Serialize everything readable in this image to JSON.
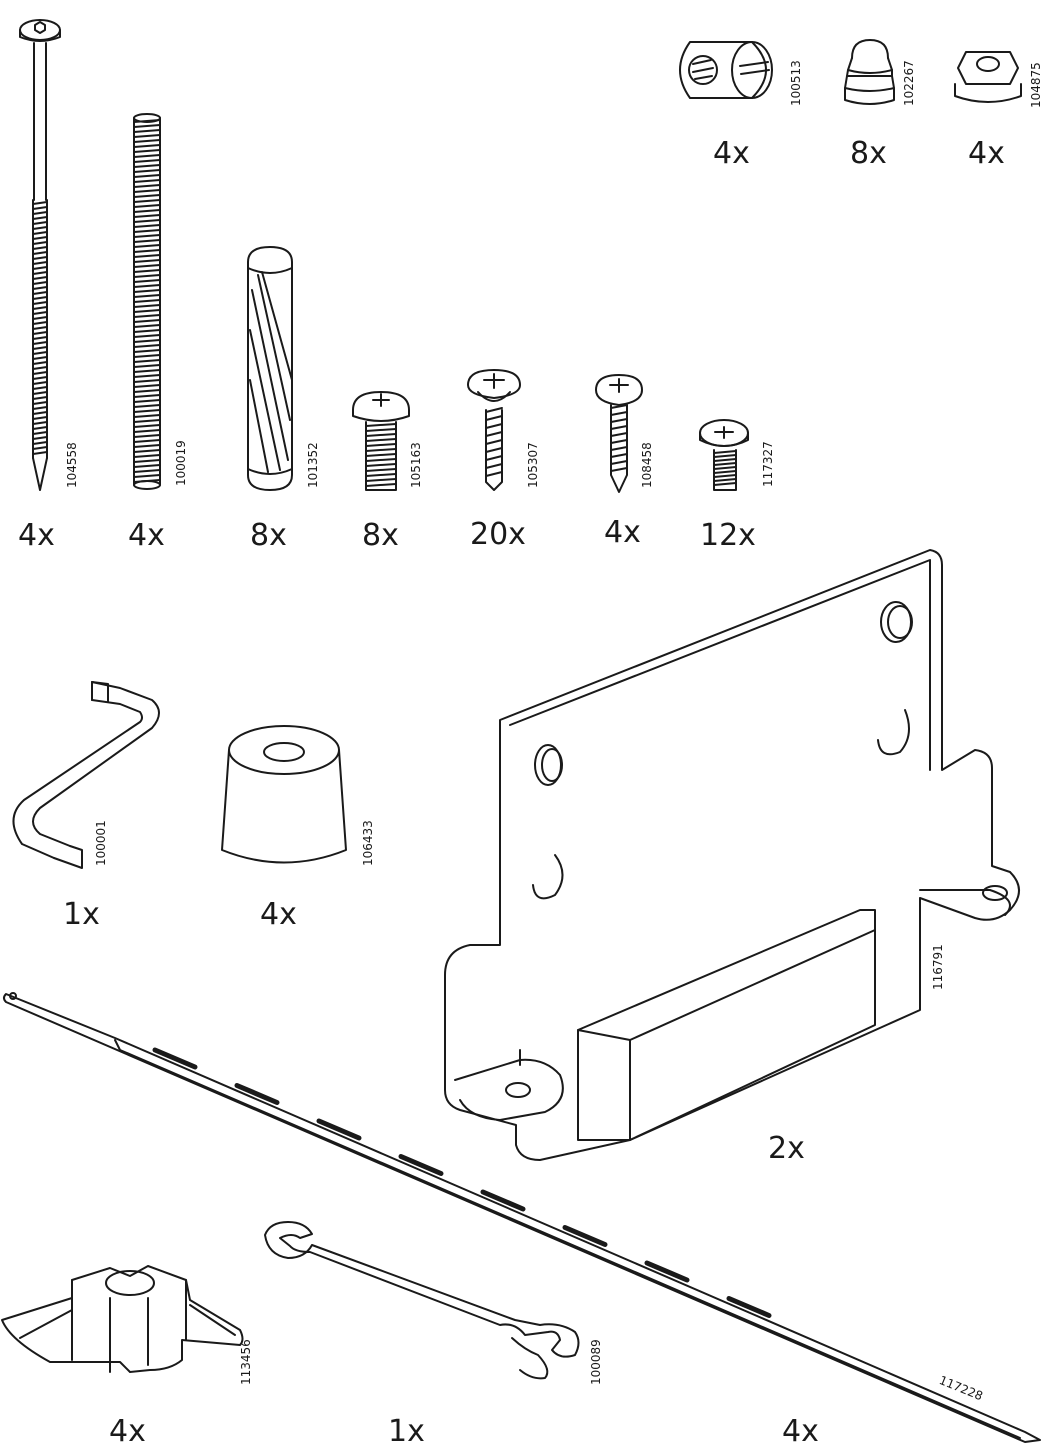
{
  "parts": [
    {
      "id": "long-bolt",
      "code": "104558",
      "qty": "4x",
      "icon": "long-allen-bolt-icon"
    },
    {
      "id": "threaded-rod",
      "code": "100019",
      "qty": "4x",
      "icon": "threaded-rod-icon"
    },
    {
      "id": "wood-dowel",
      "code": "101352",
      "qty": "8x",
      "icon": "wood-dowel-icon"
    },
    {
      "id": "machine-screw",
      "code": "105163",
      "qty": "8x",
      "icon": "machine-screw-icon"
    },
    {
      "id": "wood-screw-large",
      "code": "105307",
      "qty": "20x",
      "icon": "wood-screw-icon"
    },
    {
      "id": "wood-screw-small",
      "code": "108458",
      "qty": "4x",
      "icon": "small-wood-screw-icon"
    },
    {
      "id": "short-screw",
      "code": "117327",
      "qty": "12x",
      "icon": "short-screw-icon"
    },
    {
      "id": "barrel-nut",
      "code": "100513",
      "qty": "4x",
      "icon": "barrel-nut-icon"
    },
    {
      "id": "plug",
      "code": "102267",
      "qty": "8x",
      "icon": "plug-icon"
    },
    {
      "id": "hex-nut",
      "code": "104875",
      "qty": "4x",
      "icon": "hex-nut-icon"
    },
    {
      "id": "allen-key",
      "code": "100001",
      "qty": "1x",
      "icon": "allen-key-icon"
    },
    {
      "id": "bumper",
      "code": "106433",
      "qty": "4x",
      "icon": "rubber-bumper-icon"
    },
    {
      "id": "bracket",
      "code": "116791",
      "qty": "2x",
      "icon": "metal-bracket-icon"
    },
    {
      "id": "clip",
      "code": "113456",
      "qty": "4x",
      "icon": "plastic-clip-icon"
    },
    {
      "id": "wrench",
      "code": "100089",
      "qty": "1x",
      "icon": "open-wrench-icon"
    },
    {
      "id": "metal-strip",
      "code": "117228",
      "qty": "4x",
      "icon": "perforated-strip-icon"
    }
  ],
  "colors": {
    "line": "#1a1a1a",
    "background": "#ffffff"
  }
}
